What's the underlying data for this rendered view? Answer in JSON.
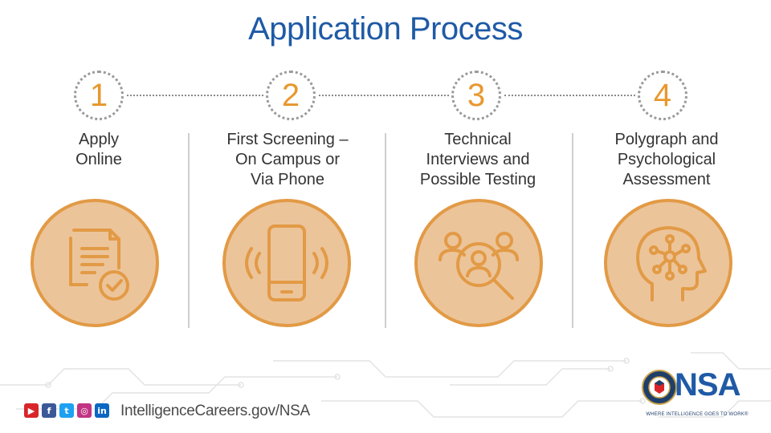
{
  "title": "Application Process",
  "steps": [
    {
      "number": "1",
      "label_lines": [
        "Apply",
        "Online"
      ],
      "icon": "document-check-icon"
    },
    {
      "number": "2",
      "label_lines": [
        "First Screening –",
        "On Campus or",
        "Via Phone"
      ],
      "icon": "smartphone-ringing-icon"
    },
    {
      "number": "3",
      "label_lines": [
        "Technical",
        "Interviews and",
        "Possible Testing"
      ],
      "icon": "people-search-icon"
    },
    {
      "number": "4",
      "label_lines": [
        "Polygraph and",
        "Psychological",
        "Assessment"
      ],
      "icon": "head-network-icon"
    }
  ],
  "footer": {
    "url": "IntelligenceCareers.gov/NSA",
    "social": [
      {
        "icon": "youtube-icon",
        "glyph": "▶",
        "color": "#d9252a"
      },
      {
        "icon": "facebook-icon",
        "glyph": "f",
        "color": "#3b5998"
      },
      {
        "icon": "twitter-icon",
        "glyph": "t",
        "color": "#1da1f2"
      },
      {
        "icon": "instagram-icon",
        "glyph": "◎",
        "color": "#c13584"
      },
      {
        "icon": "linkedin-icon",
        "glyph": "in",
        "color": "#0a66c2"
      }
    ],
    "logo_text": "NSA",
    "tagline": "WHERE INTELLIGENCE GOES TO WORK®"
  },
  "colors": {
    "title": "#1f5aa6",
    "accent_orange": "#e29a45",
    "circle_fill": "#ecc49a"
  }
}
